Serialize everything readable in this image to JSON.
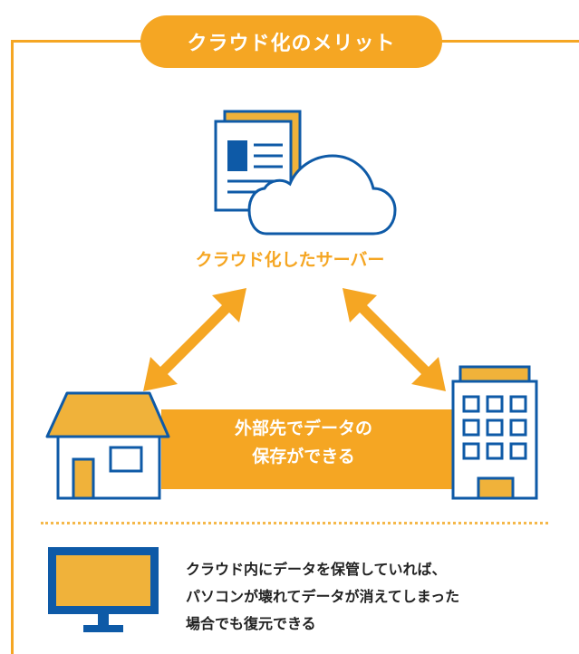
{
  "title": "クラウド化のメリット",
  "server_label": "クラウド化したサーバー",
  "band_lines": [
    "外部先でデータの",
    "保存ができる"
  ],
  "note_lines": [
    "クラウド内にデータを保管していれば、",
    "パソコンが壊れてデータが消えてしまった",
    "場合でも復元できる"
  ],
  "colors": {
    "accent": "#f5a623",
    "fill_yellow": "#f0b23a",
    "outline_blue": "#0e5aa7",
    "text_dark": "#222222"
  },
  "icons": [
    "server-documents-icon",
    "cloud-icon",
    "house-icon",
    "office-building-icon",
    "monitor-icon",
    "double-arrow-icon"
  ]
}
